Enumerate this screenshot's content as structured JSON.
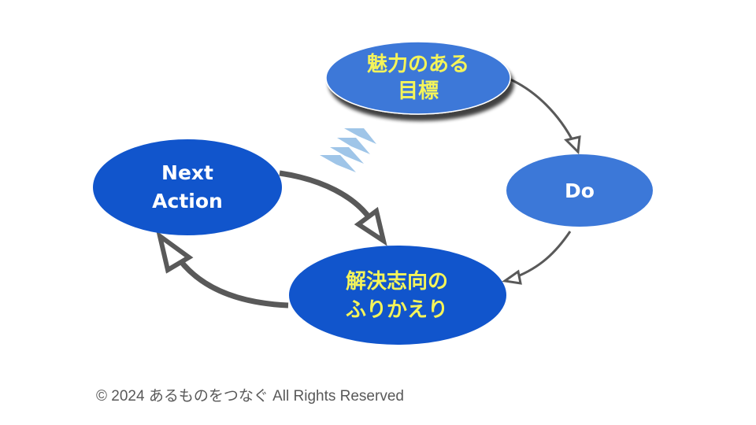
{
  "diagram": {
    "nodes": {
      "goal": {
        "lines": [
          "魅力のある",
          "目標"
        ],
        "fill": "#3c78d8",
        "text_color": "#f4f45a"
      },
      "do": {
        "lines": [
          "Do"
        ],
        "fill": "#3c78d8",
        "text_color": "#ffffff"
      },
      "reflection": {
        "lines": [
          "解決志向の",
          "ふりかえり"
        ],
        "fill": "#1155cc",
        "text_color": "#f4f45a"
      },
      "next_action": {
        "lines": [
          "Next",
          "Action"
        ],
        "fill": "#1155cc",
        "text_color": "#ffffff"
      }
    },
    "edges": [
      {
        "from": "goal",
        "to": "do",
        "style": "thin"
      },
      {
        "from": "do",
        "to": "reflection",
        "style": "thin"
      },
      {
        "from": "next_action",
        "to": "reflection",
        "style": "thick"
      },
      {
        "from": "reflection",
        "to": "next_action",
        "style": "thick"
      }
    ],
    "arrow_color": "#595959",
    "decoration": {
      "name": "chevron-stack-icon",
      "color": "#9fc5e8"
    }
  },
  "footer": {
    "copyright": "© 2024 あるものをつなぐ All Rights Reserved"
  }
}
